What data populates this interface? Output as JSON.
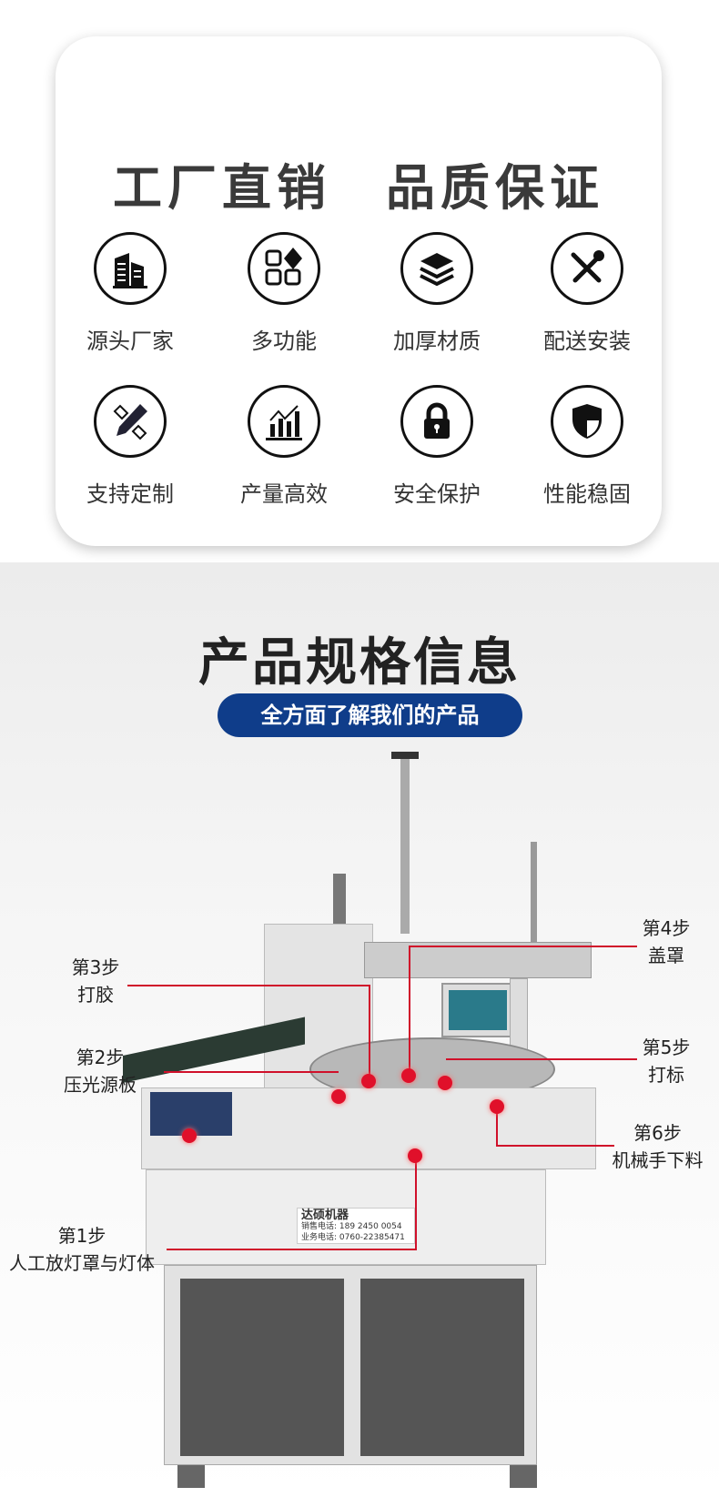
{
  "header": {
    "title": "工厂直销　品质保证"
  },
  "features": [
    {
      "label": "源头厂家",
      "icon": "building-icon"
    },
    {
      "label": "多功能",
      "icon": "apps-icon"
    },
    {
      "label": "加厚材质",
      "icon": "layers-icon"
    },
    {
      "label": "配送安装",
      "icon": "tools-icon"
    },
    {
      "label": "支持定制",
      "icon": "pencil-ruler-icon"
    },
    {
      "label": "产量高效",
      "icon": "chart-up-icon"
    },
    {
      "label": "安全保护",
      "icon": "lock-icon"
    },
    {
      "label": "性能稳固",
      "icon": "shield-icon"
    }
  ],
  "specs": {
    "title": "产品规格信息",
    "subtitle": "全方面了解我们的产品"
  },
  "machine": {
    "brand": "达硕机器",
    "phone1": "销售电话: 189 2450 0054",
    "phone2": "业务电话: 0760-22385471"
  },
  "steps": [
    {
      "num": "第1步",
      "desc": "人工放灯罩与灯体"
    },
    {
      "num": "第2步",
      "desc": "压光源板"
    },
    {
      "num": "第3步",
      "desc": "打胶"
    },
    {
      "num": "第4步",
      "desc": "盖罩"
    },
    {
      "num": "第5步",
      "desc": "打标"
    },
    {
      "num": "第6步",
      "desc": "机械手下料"
    }
  ],
  "colors": {
    "accent": "#0f3d8a",
    "marker": "#d0102a"
  }
}
